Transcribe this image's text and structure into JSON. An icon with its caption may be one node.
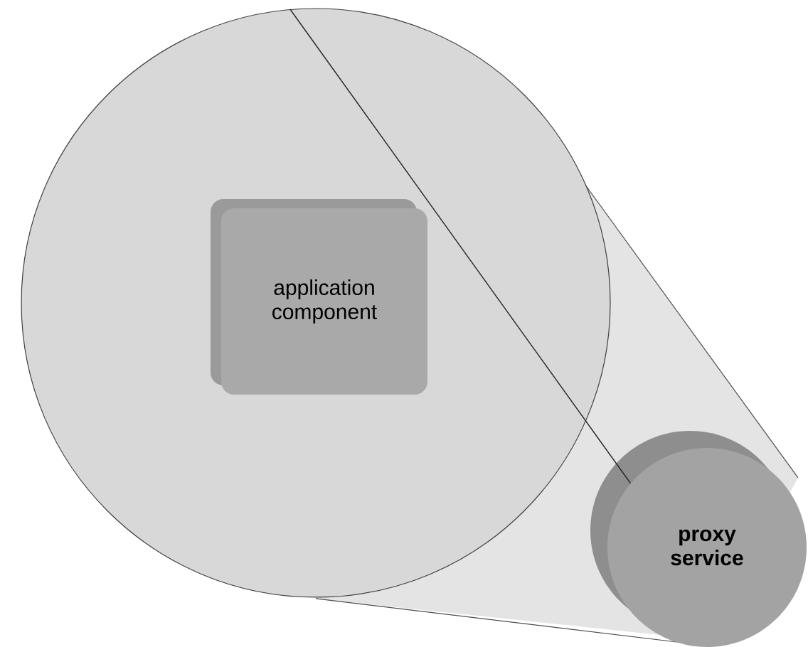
{
  "diagram": {
    "nodes": [
      {
        "text": [],
        "shape": "circle"
      },
      {
        "text": [
          "application component"
        ],
        "in": 0
      },
      {
        "text": [
          "proxy service"
        ]
      }
    ],
    "edges": [
      {
        "from": 0,
        "to": 2,
        "arrow": "none"
      }
    ]
  }
}
